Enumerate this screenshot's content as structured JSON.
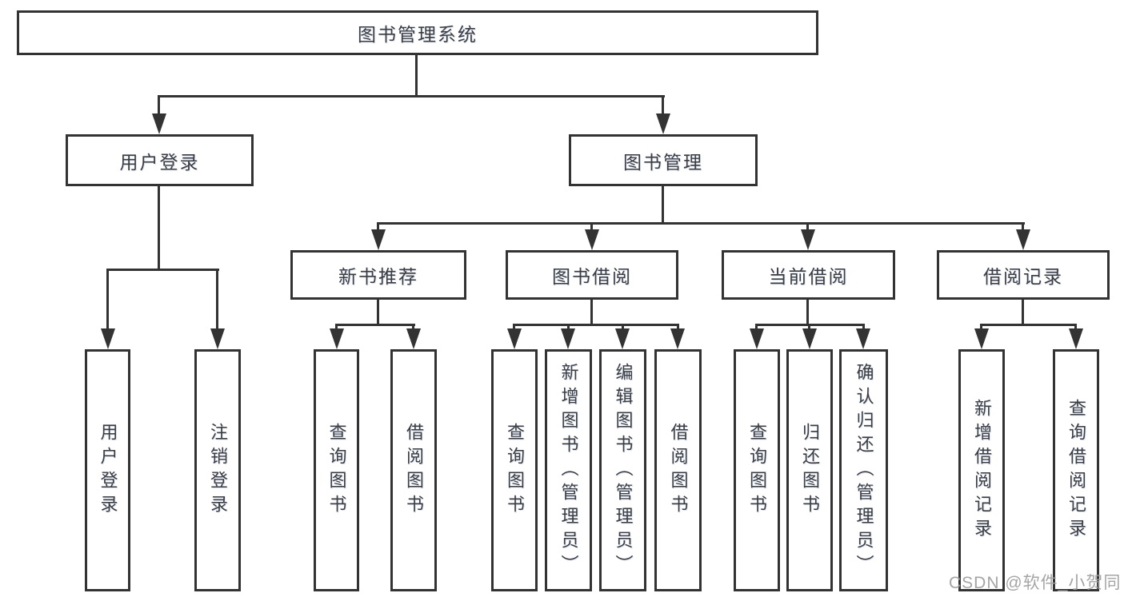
{
  "colors": {
    "line": "#333333",
    "text": "#3d3d3d",
    "watermark": "#9b9b9b",
    "background": "#ffffff"
  },
  "tree": {
    "root": {
      "label": "图书管理系统",
      "children": [
        {
          "label": "用户登录",
          "children": [
            {
              "label": "用户登录"
            },
            {
              "label": "注销登录"
            }
          ]
        },
        {
          "label": "图书管理",
          "children": [
            {
              "label": "新书推荐",
              "children": [
                {
                  "label": "查询图书"
                },
                {
                  "label": "借阅图书"
                }
              ]
            },
            {
              "label": "图书借阅",
              "children": [
                {
                  "label": "查询图书"
                },
                {
                  "label": "新增图书（管理员）"
                },
                {
                  "label": "编辑图书（管理员）"
                },
                {
                  "label": "借阅图书"
                }
              ]
            },
            {
              "label": "当前借阅",
              "children": [
                {
                  "label": "查询图书"
                },
                {
                  "label": "归还图书"
                },
                {
                  "label": "确认归还（管理员）"
                }
              ]
            },
            {
              "label": "借阅记录",
              "children": [
                {
                  "label": "新增借阅记录"
                },
                {
                  "label": "查询借阅记录"
                }
              ]
            }
          ]
        }
      ]
    }
  },
  "watermark": {
    "text": "CSDN @软件_小贺同学"
  }
}
